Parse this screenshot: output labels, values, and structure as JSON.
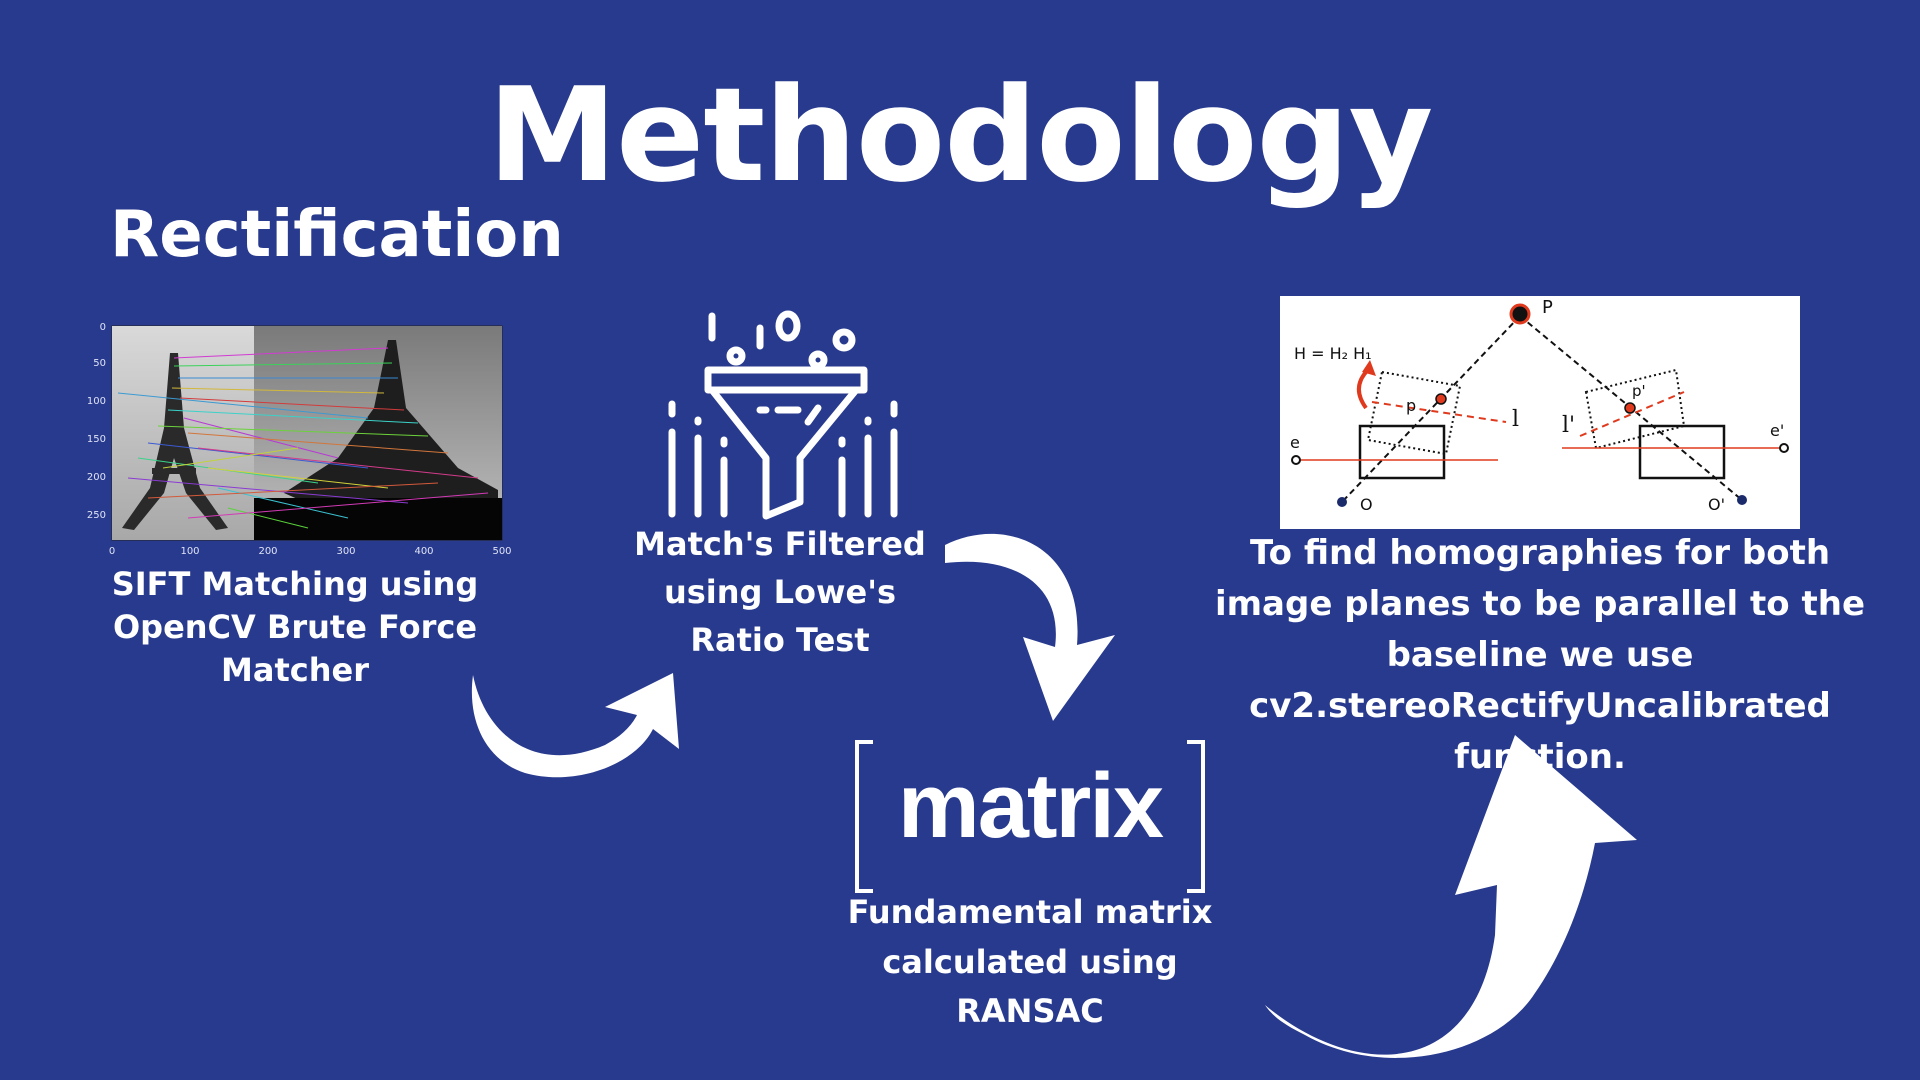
{
  "title": "Methodology",
  "subtitle": "Rectification",
  "steps": {
    "sift": {
      "caption": "SIFT Matching using OpenCV Brute Force Matcher"
    },
    "filter": {
      "caption": "Match's Filtered using Lowe's Ratio Test"
    },
    "fundamental": {
      "logo_text": "matrix",
      "caption": "Fundamental matrix calculated using RANSAC"
    },
    "homography": {
      "caption": "To find homographies for both image planes to be parallel to the baseline we use cv2.stereoRectifyUncalibrated function."
    }
  },
  "sift_plot": {
    "y_ticks": [
      "0",
      "50",
      "100",
      "150",
      "200",
      "250"
    ],
    "x_ticks": [
      "0",
      "100",
      "200",
      "300",
      "400",
      "500"
    ]
  },
  "epipolar_labels": {
    "point": "P",
    "formula": "H = H₂ H₁",
    "p": "p",
    "p_prime": "p'",
    "line": "l",
    "line_prime": "l'",
    "e": "e",
    "e_prime": "e'",
    "o": "O",
    "o_prime": "O'"
  },
  "colors": {
    "background": "#283a8e",
    "foreground": "#ffffff",
    "epipolar_red": "#e03a1e"
  },
  "icons": [
    "funnel-filter-icon",
    "matrix-logo",
    "curved-arrow-icon"
  ]
}
